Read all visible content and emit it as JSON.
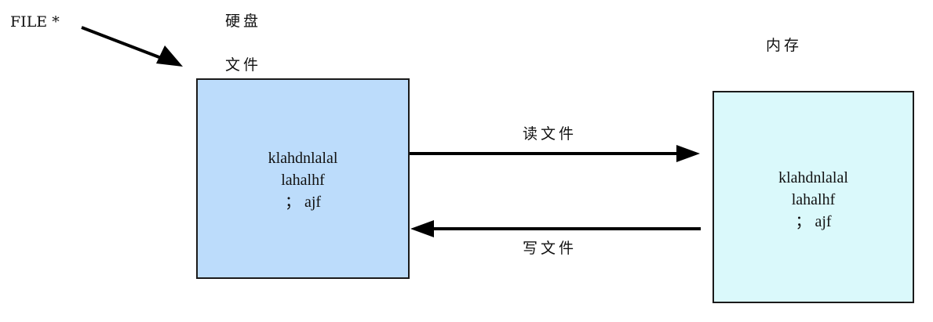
{
  "file_pointer_label": "FILE *",
  "disk": {
    "title": "硬盘",
    "file_label": "文件",
    "fill_color": "#bcdcfb",
    "content": [
      "klahdnlalal",
      "lahalhf",
      "；  ajf"
    ]
  },
  "memory": {
    "title": "内存",
    "fill_color": "#daf9fb",
    "content": [
      "klahdnlalal",
      "lahalhf",
      "；  ajf"
    ]
  },
  "read_arrow": {
    "label": "读文件",
    "direction": "disk-to-memory"
  },
  "write_arrow": {
    "label": "写文件",
    "direction": "memory-to-disk"
  }
}
